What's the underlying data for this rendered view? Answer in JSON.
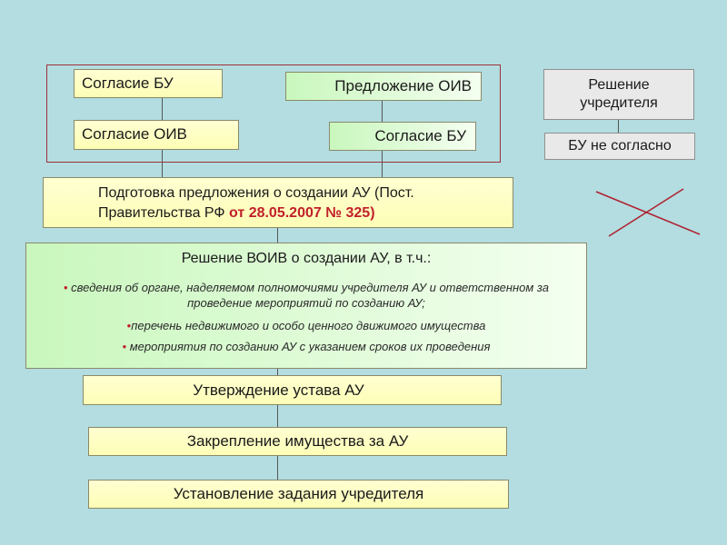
{
  "boxes": {
    "soglasie_bu_left": "Согласие БУ",
    "soglasie_oiv_left": "Согласие ОИВ",
    "predlozhenie_oiv": "Предложение ОИВ",
    "soglasie_bu_right": "Согласие БУ",
    "reshenie_uchreditelya": "Решение учредителя",
    "bu_ne_soglasno": "БУ не согласно",
    "podgotovka_line1": "Подготовка предложения о создании АУ (Пост.",
    "podgotovka_line2": "Правительства РФ",
    "podgotovka_ref": "от 28.05.2007 № 325)",
    "reshenie_voiv_title": "Решение ВОИВ о создании АУ, в т.ч.:",
    "bullets": [
      "сведения об органе, наделяемом полномочиями учредителя АУ и ответственном за проведение мероприятий по созданию АУ;",
      "перечень недвижимого и особо ценного движимого имущества",
      "мероприятия по созданию АУ с указанием сроков их проведения"
    ],
    "utverzhdenie": "Утверждение устава АУ",
    "zakreplenie": "Закрепление имущества за АУ",
    "ustanovlenie": "Установление задания учредителя"
  },
  "colors": {
    "background": "#b3dde0",
    "frame": "#a0303c",
    "accent_red": "#c0202a"
  }
}
